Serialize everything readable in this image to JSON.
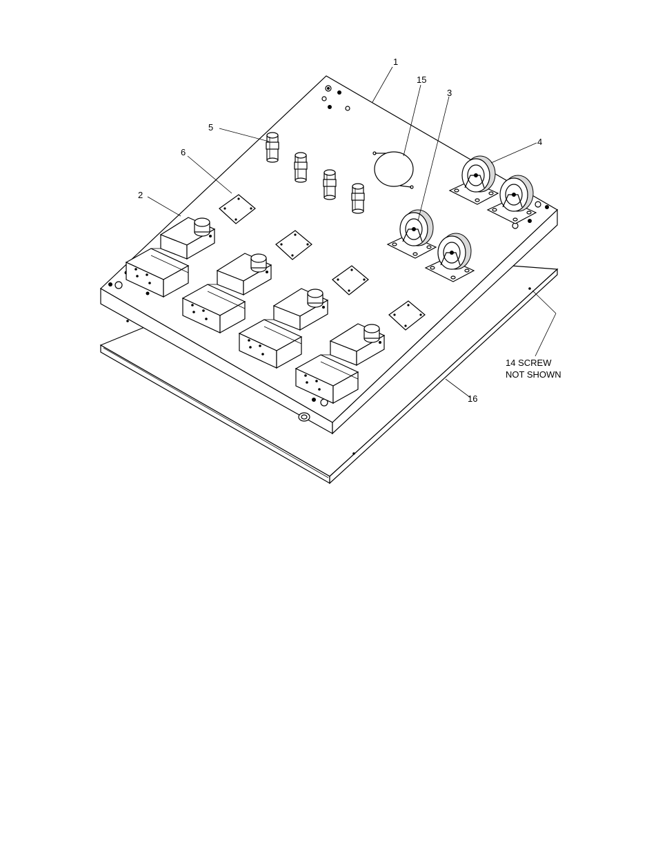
{
  "callouts": {
    "c1": "1",
    "c15": "15",
    "c3": "3",
    "c5": "5",
    "c4": "4",
    "c6": "6",
    "c2": "2",
    "c16": "16",
    "note_line1": "14 SCREW",
    "note_line2": "NOT SHOWN"
  }
}
